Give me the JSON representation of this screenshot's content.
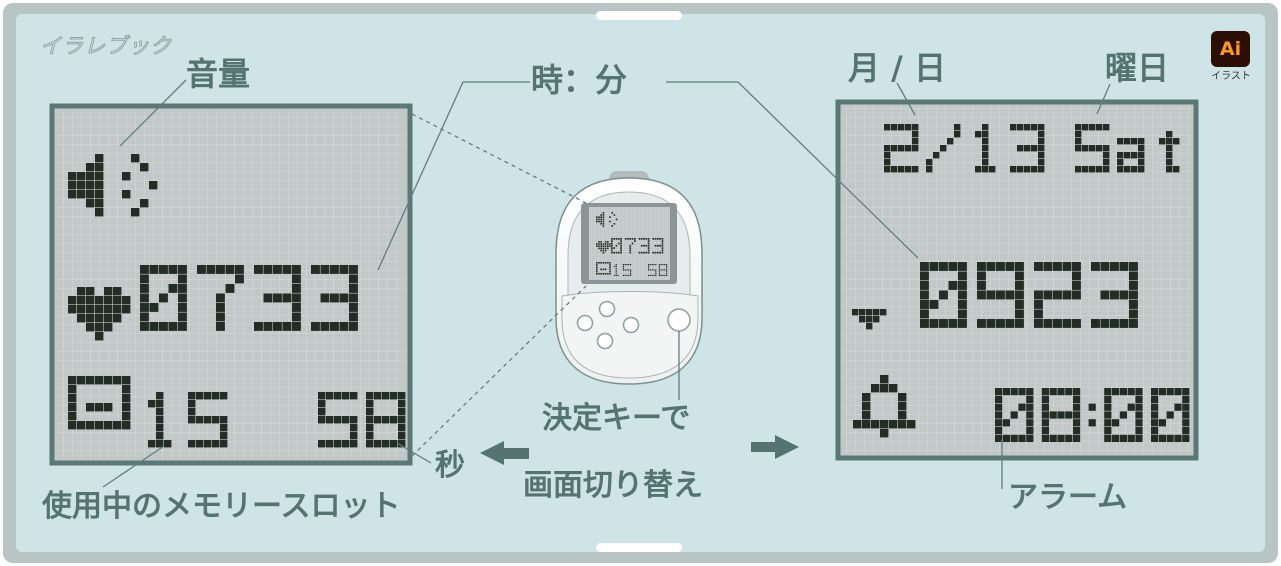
{
  "brand": "イラレブック",
  "badge": {
    "logo": "Ai",
    "caption": "イラスト"
  },
  "labels": {
    "volume": "音量",
    "time": "時：分",
    "month_day": "月 / 日",
    "weekday": "曜日",
    "memory_slot": "使用中のメモリースロット",
    "seconds": "秒",
    "decision_key": "決定キーで",
    "switch_screen": "画面切り替え",
    "alarm": "アラーム"
  },
  "left_screen": {
    "steps": "0733",
    "slot": "15",
    "seconds": "58"
  },
  "right_screen": {
    "date": "2/13",
    "weekday": "Sat",
    "time": "0923",
    "alarm_time": "08:00"
  },
  "device_screen": {
    "steps": "0733",
    "slot": "15",
    "seconds": "58"
  },
  "icons": [
    "speaker-icon",
    "heart-icon",
    "memory-slot-icon",
    "bell-icon",
    "arrow-left-icon",
    "arrow-right-icon",
    "dropdown-indicator-icon"
  ],
  "colors": {
    "background": "#cfe4e7",
    "frame": "#b9c4c5",
    "lcd_background": "#c2c8c8",
    "lcd_frame": "#5a7876",
    "pixel": "#232d26",
    "label_text": "#557371",
    "leader_line": "#617e7c"
  }
}
